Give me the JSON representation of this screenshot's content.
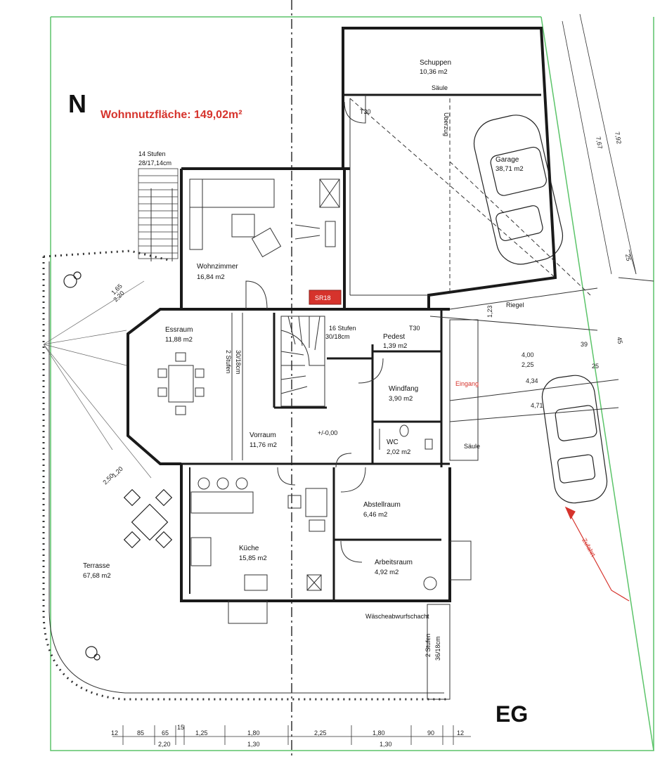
{
  "labels": {
    "north": "N",
    "floor": "EG",
    "total_area": "Wohnnutzfläche:  149,02m²",
    "entrance": "Eingang",
    "driveway": "Zufahrt",
    "laundry_chute": "Wäscheabwurfschacht",
    "stairs_upper": "16 Stufen",
    "stairs_upper_size": "30/18cm",
    "stairs_outside": "14 Stufen",
    "stairs_outside_size": "28/17,14cm",
    "stairs_dining": "2 Stufen",
    "stairs_dining_size": "30/18cm",
    "stairs_back": "2 Stufen",
    "stairs_back_size": "36/18cm",
    "column_1": "Säule",
    "column_2": "Säule",
    "door_t30_garage": "T30",
    "door_t30_landing": "T30",
    "chimney": "SR18",
    "overhang": "Überzug",
    "level": "+/-0,00",
    "beam": "Riegel"
  },
  "rooms": [
    {
      "name": "Schuppen",
      "area": "10,36 m2"
    },
    {
      "name": "Garage",
      "area": "38,71 m2"
    },
    {
      "name": "Wohnzimmer",
      "area": "16,84 m2"
    },
    {
      "name": "Essraum",
      "area": "11,88 m2"
    },
    {
      "name": "Pedest",
      "area": "1,39 m2"
    },
    {
      "name": "Windfang",
      "area": "3,90 m2"
    },
    {
      "name": "Vorraum",
      "area": "11,76 m2"
    },
    {
      "name": "WC",
      "area": "2,02 m2"
    },
    {
      "name": "Abstellraum",
      "area": "6,46 m2"
    },
    {
      "name": "Küche",
      "area": "15,85 m2"
    },
    {
      "name": "Arbeitsraum",
      "area": "4,92 m2"
    },
    {
      "name": "Terrasse",
      "area": "67,68 m2"
    }
  ],
  "dimensions": {
    "bottom_row": [
      "12",
      "85",
      "65",
      "15",
      "1,25",
      "1,80",
      "2,25",
      "1,80",
      "90",
      "12"
    ],
    "bottom_sub": [
      "2,20",
      "1,30",
      "1,30"
    ],
    "right_side": [
      "7,67",
      "7,92",
      "25",
      "45"
    ],
    "entrance_dims": [
      "4,00",
      "2,25",
      "4,34",
      "4,71",
      "39",
      "25",
      "1,23"
    ],
    "terrace_dims": [
      "2,20",
      "1,65",
      "2,50",
      "1,20"
    ]
  },
  "colors": {
    "wall": "#1a1a1a",
    "accent": "#d6332c",
    "property_line": "#5cc46a",
    "chimney": "#d6332c"
  }
}
